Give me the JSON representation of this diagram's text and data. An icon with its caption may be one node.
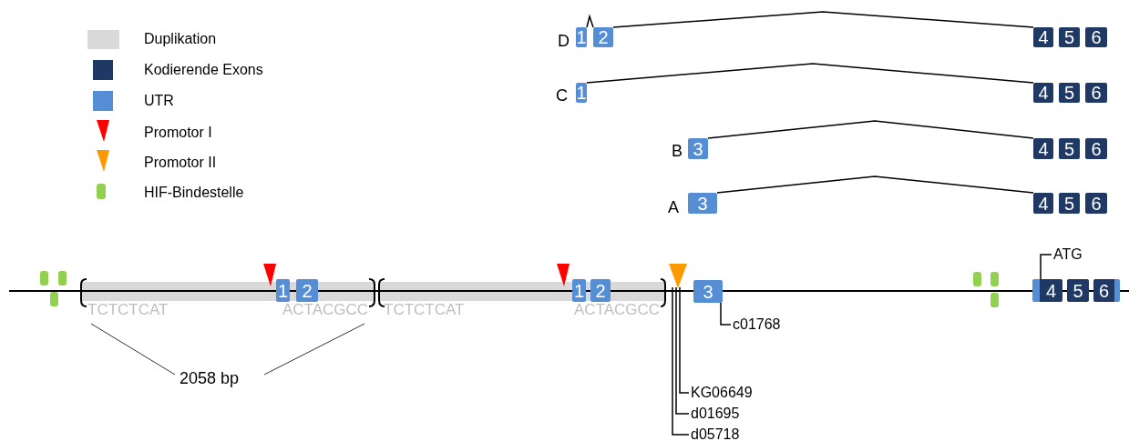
{
  "diagram": {
    "nodes": [
      {
        "text": [
          "1"
        ]
      },
      {
        "text": [
          "2"
        ]
      },
      {
        "text": [
          "4"
        ]
      },
      {
        "text": [
          "5"
        ]
      },
      {
        "text": [
          "6"
        ]
      },
      {
        "text": [
          "1"
        ]
      },
      {
        "text": [
          "4"
        ]
      },
      {
        "text": [
          "5"
        ]
      },
      {
        "text": [
          "6"
        ]
      },
      {
        "text": [
          "3"
        ]
      },
      {
        "text": [
          "4"
        ]
      },
      {
        "text": [
          "5"
        ]
      },
      {
        "text": [
          "6"
        ]
      },
      {
        "text": [
          "3"
        ]
      },
      {
        "text": [
          "4"
        ]
      },
      {
        "text": [
          "5"
        ]
      },
      {
        "text": [
          "6"
        ]
      },
      {
        "text": [
          "1"
        ]
      },
      {
        "text": [
          "2"
        ]
      },
      {
        "text": [
          "1"
        ]
      },
      {
        "text": [
          "2"
        ]
      },
      {
        "text": [
          "3"
        ]
      },
      {
        "text": [
          "4"
        ]
      },
      {
        "text": [
          "5"
        ]
      },
      {
        "text": [
          "6"
        ]
      },
      {
        "text": [
          "ATG"
        ]
      },
      {
        "text": [
          "c01768"
        ]
      },
      {
        "text": [
          "KG06649"
        ]
      },
      {
        "text": [
          "d01695"
        ]
      },
      {
        "text": [
          "d05718"
        ]
      },
      {
        "text": [],
        "shape": "triangle"
      }
    ],
    "edges": [
      {
        "from": 0,
        "to": 1,
        "arrow": "none"
      },
      {
        "from": 1,
        "to": 2,
        "arrow": "none"
      },
      {
        "from": 5,
        "to": 6,
        "arrow": "none"
      },
      {
        "from": 9,
        "to": 10,
        "arrow": "none"
      },
      {
        "from": 13,
        "to": 14,
        "arrow": "none"
      },
      {
        "from": 25,
        "to": 22,
        "arrow": "none"
      },
      {
        "from": 26,
        "to": 21,
        "arrow": "none"
      },
      {
        "from": 27,
        "to": 30,
        "arrow": "none"
      },
      {
        "from": 28,
        "to": 30,
        "arrow": "none"
      },
      {
        "from": 29,
        "to": 30,
        "arrow": "none"
      }
    ],
    "labels": [
      "D",
      "C",
      "B",
      "A",
      "TCTCTCAT",
      "ACTACGCC",
      "TCTCTCAT",
      "ACTACGCC",
      "2058 bp"
    ],
    "legend": [
      {
        "text": "Duplikation",
        "color": "#d9d9d9"
      },
      {
        "text": "Kodierende Exons",
        "color": "#1f3864"
      },
      {
        "text": "UTR",
        "color": "#558ed5"
      },
      {
        "text": "Promotor I"
      },
      {
        "text": "Promotor II"
      },
      {
        "text": "HIF-Bindestelle"
      }
    ]
  }
}
